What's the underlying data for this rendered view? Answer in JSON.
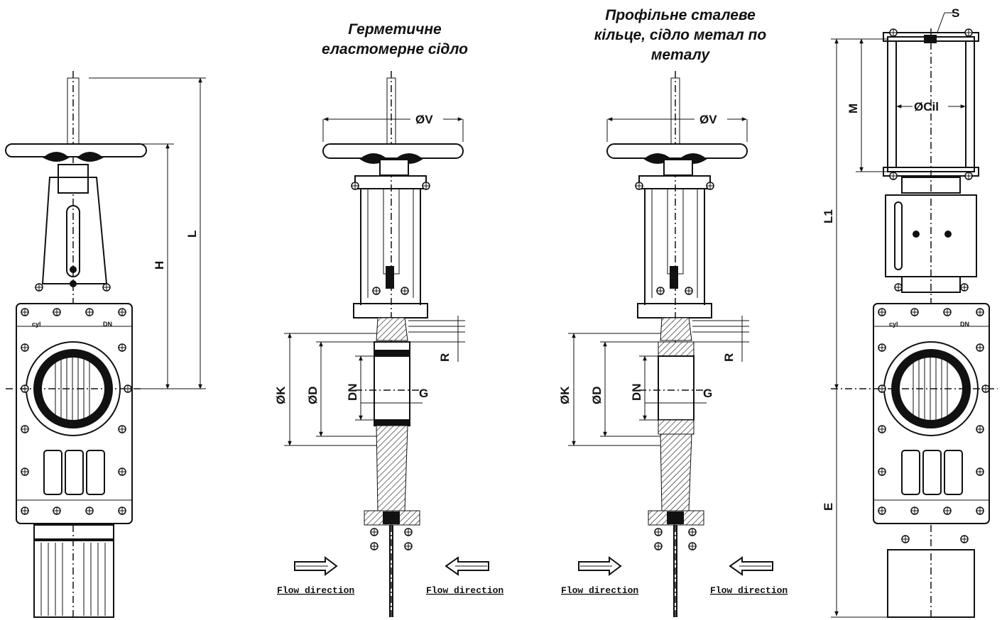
{
  "captions": {
    "elastomer_seat": [
      "Герметичне",
      "еластомерне сідло"
    ],
    "metal_seat": [
      "Профільне сталеве",
      "кільце, сідло метал по",
      "металу"
    ]
  },
  "dimensions": {
    "H": "H",
    "L": "L",
    "V": "ØV",
    "K": "ØK",
    "D": "ØD",
    "DN": "DN",
    "G": "G",
    "R": "R",
    "S": "S",
    "M": "M",
    "Cil": "ØCil",
    "L1": "L1",
    "E": "E"
  },
  "body_mark": "DN",
  "logo_mark": "cyl",
  "flow_label": "Flow direction",
  "icons": [
    "flow-arrow-right-icon",
    "flow-arrow-left-icon",
    "handwheel-icon",
    "pneumatic-cylinder-icon",
    "bolt-icon"
  ]
}
